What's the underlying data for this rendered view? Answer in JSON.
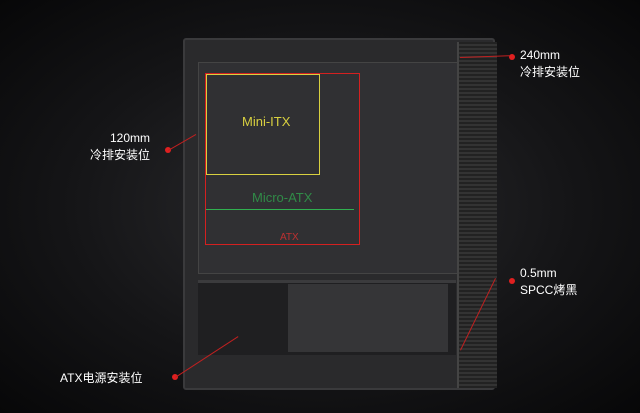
{
  "board_labels": {
    "mini_itx": "Mini-ITX",
    "micro_atx": "Micro-ATX",
    "atx": "ATX"
  },
  "callouts": {
    "top_right": {
      "line1": "240mm",
      "line2": "冷排安装位"
    },
    "left": {
      "line1": "120mm",
      "line2": "冷排安装位"
    },
    "right": {
      "line1": "0.5mm",
      "line2": "SPCC烤黑"
    },
    "bottom_left": {
      "line1": "ATX电源安装位"
    }
  },
  "colors": {
    "mini_itx": "#d8d040",
    "micro_atx": "#30b050",
    "atx": "#d42020"
  }
}
